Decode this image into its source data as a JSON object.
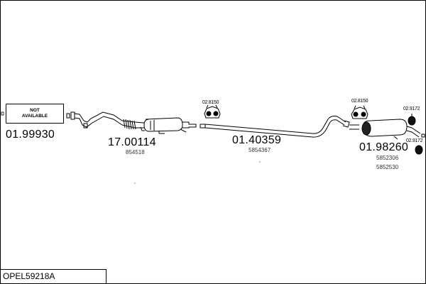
{
  "diagram": {
    "not_available": [
      "NOT",
      "AVAILABLE"
    ],
    "parts": [
      {
        "number": "01.99930"
      },
      {
        "number": "17.00114",
        "oem": [
          "854518"
        ]
      },
      {
        "number": "01.40359",
        "oem": [
          "5854367"
        ]
      },
      {
        "number": "01.98260",
        "oem": [
          "5852306",
          "5852530"
        ]
      }
    ],
    "fittings": {
      "hanger_front": "02.8150",
      "hanger_rear": "02.8150",
      "rubber_top": "02.9172",
      "rubber_bottom": "02.9172"
    },
    "system_code": "OPEL59218A"
  }
}
